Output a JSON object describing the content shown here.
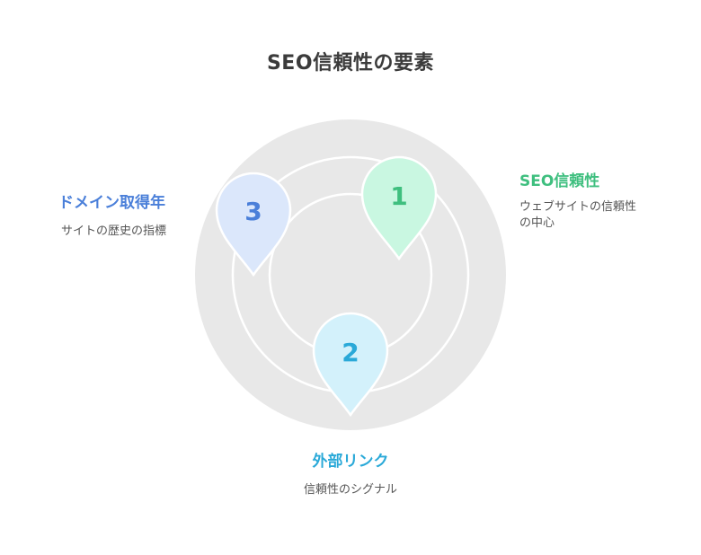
{
  "title": "SEO信頼性の要素",
  "colors": {
    "background_disc": "#e8e8e8",
    "ring_stroke": "#ffffff",
    "item1": "#3fbf7f",
    "item1_fill": "#c9f7e1",
    "item2": "#2aa9d8",
    "item2_fill": "#d3f1fb",
    "item3": "#4a7fd9",
    "item3_fill": "#dbe7fb"
  },
  "items": [
    {
      "number": "1",
      "heading": "SEO信頼性",
      "description_line1": "ウェブサイトの信頼性",
      "description_line2": "の中心"
    },
    {
      "number": "2",
      "heading": "外部リンク",
      "description_line1": "信頼性のシグナル"
    },
    {
      "number": "3",
      "heading": "ドメイン取得年",
      "description_line1": "サイトの歴史の指標"
    }
  ]
}
